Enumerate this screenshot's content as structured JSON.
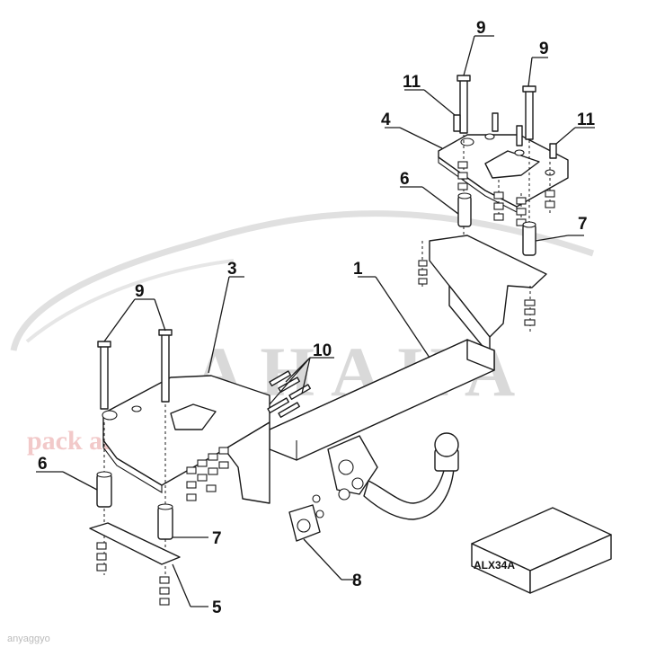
{
  "watermark": {
    "brand": "АНАКА",
    "tagline": "pack and travel",
    "brand_color": "#d9d9d9",
    "tagline_color": "#f2c9c9"
  },
  "callouts": {
    "c1": "1",
    "c3": "3",
    "c4": "4",
    "c5": "5",
    "c6_left": "6",
    "c6_right": "6",
    "c7_left": "7",
    "c7_right": "7",
    "c8": "8",
    "c9_left": "9",
    "c9_top_left": "9",
    "c9_top_right": "9",
    "c10": "10",
    "c11_left": "11",
    "c11_right": "11"
  },
  "box_label": "ALX34A",
  "corner_label": "anyaggyo"
}
